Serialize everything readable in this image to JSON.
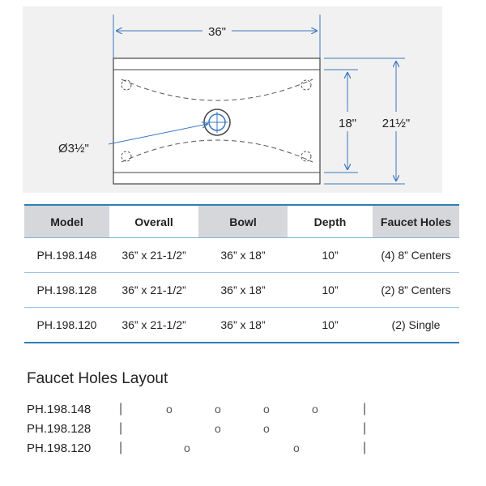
{
  "drawing": {
    "overall_width": "36\"",
    "bowl_depth_dim": "18\"",
    "overall_depth_dim": "21½\"",
    "drain_diameter": "Ø3½\""
  },
  "table": {
    "headers": [
      "Model",
      "Overall",
      "Bowl",
      "Depth",
      "Faucet Holes"
    ],
    "rows": [
      [
        "PH.198.148",
        "36” x 21-1/2”",
        "36” x 18”",
        "10”",
        "(4) 8” Centers"
      ],
      [
        "PH.198.128",
        "36” x 21-1/2”",
        "36” x 18”",
        "10”",
        "(2) 8” Centers"
      ],
      [
        "PH.198.120",
        "36” x 21-1/2”",
        "36” x 18”",
        "10”",
        "(2) Single"
      ]
    ]
  },
  "layout": {
    "title": "Faucet Holes Layout",
    "hole_symbol": "o",
    "bar_symbol": "|",
    "rows": [
      {
        "model": "PH.198.148",
        "holes": 4
      },
      {
        "model": "PH.198.128",
        "holes": 2
      },
      {
        "model": "PH.198.120",
        "holes": 2
      }
    ]
  },
  "colors": {
    "table_rule": "#2e7fb8",
    "dimension": "#3a78c0",
    "header_shade": "#d5d7db"
  }
}
